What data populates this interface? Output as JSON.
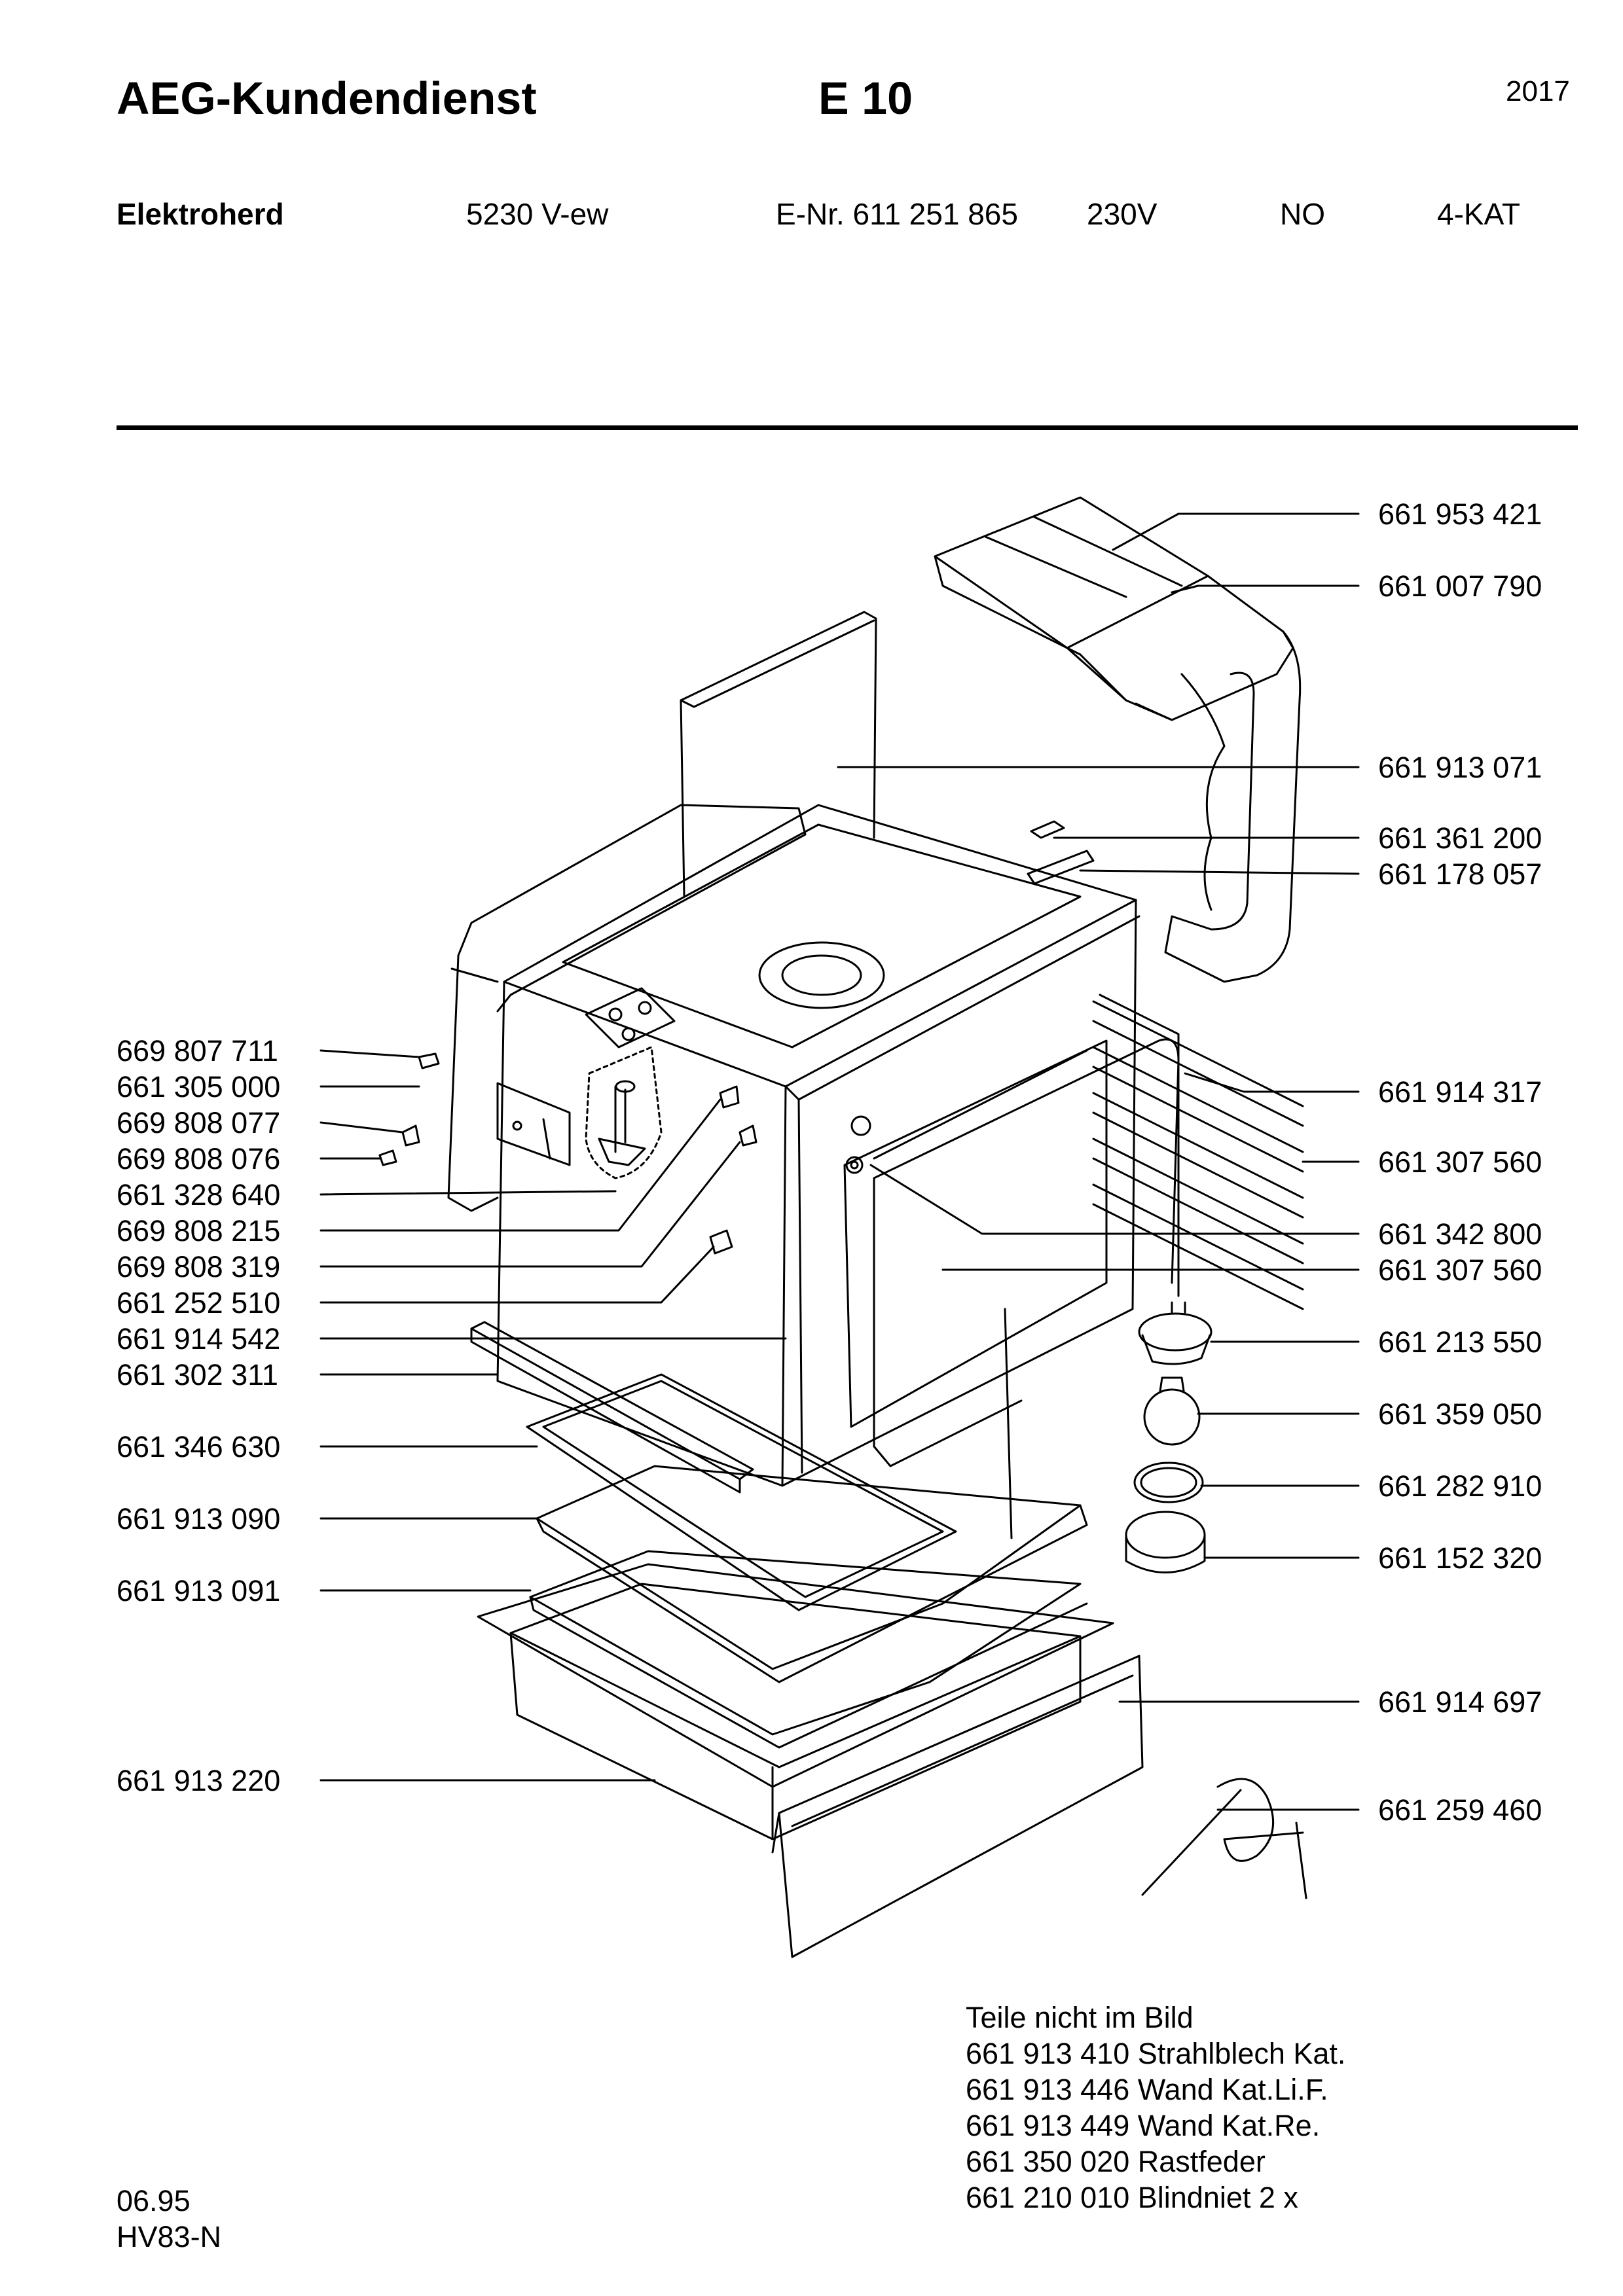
{
  "header": {
    "brand": "AEG-Kundendienst",
    "model": "E 10",
    "year": "2017"
  },
  "product": {
    "type": "Elektroherd",
    "variant": "5230 V-ew",
    "enr": "E-Nr. 611 251 865",
    "voltage": "230V",
    "country": "NO",
    "category": "4-KAT"
  },
  "left_labels": [
    "669 807 711",
    "661 305 000",
    "669 808 077",
    "669 808 076",
    "661 328 640",
    "669 808 215",
    "669 808 319",
    "661 252 510",
    "661 914 542",
    "661 302 311",
    "661 346 630",
    "661 913 090",
    "661 913 091",
    "661 913 220"
  ],
  "right_labels": [
    "661 953 421",
    "661 007 790",
    "661 913 071",
    "661 361 200",
    "661 178 057",
    "661 914 317",
    "661 307 560",
    "661 342 800",
    "661 307 560",
    "661 213 550",
    "661 359 050",
    "661 282 910",
    "661 152 320",
    "661 914 697",
    "661 259 460"
  ],
  "notes": {
    "heading": "Teile nicht im Bild",
    "items": [
      "661 913 410 Strahlblech Kat.",
      "661 913 446 Wand Kat.Li.F.",
      "661 913 449 Wand Kat.Re.",
      "661 350 020 Rastfeder",
      "661 210 010 Blindniet  2 x"
    ]
  },
  "footer": {
    "date": "06.95",
    "code": "HV83-N"
  }
}
